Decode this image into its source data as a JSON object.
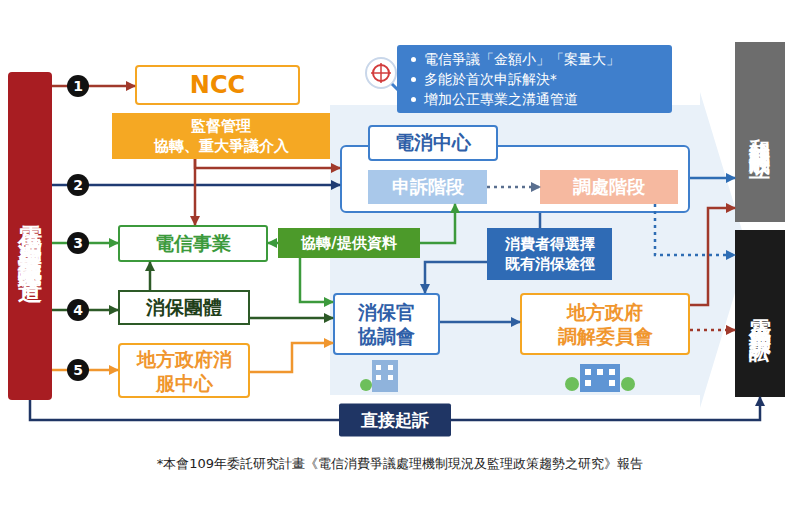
{
  "diagram": {
    "caption": "*本會109年委託研究計畫《電信消費爭議處理機制現況及監理政策趨勢之研究》報告",
    "nodes": [
      {
        "text": [
          "電信消費爭議處理管道"
        ]
      },
      {
        "text": [
          "NCC"
        ]
      },
      {
        "text": [
          "監督管理",
          "協轉、重大爭議介入"
        ]
      },
      {
        "text": [
          "電信爭議「金額小」「案量大」",
          "多能於首次申訴解決*",
          "增加公正專業之溝通管道"
        ]
      },
      {
        "text": [
          "電消中心"
        ]
      },
      {
        "text": [
          "申訴階段"
        ],
        "in": 4
      },
      {
        "text": [
          "調處階段"
        ],
        "in": 4
      },
      {
        "text": [
          "和解或調解成立"
        ]
      },
      {
        "text": [
          "電信事業"
        ]
      },
      {
        "text": [
          "協轉/提供資料"
        ]
      },
      {
        "text": [
          "消費者得選擇 既有消保途徑"
        ]
      },
      {
        "text": [
          "消保團體"
        ]
      },
      {
        "text": [
          "消保官 協調會"
        ]
      },
      {
        "text": [
          "地方政府 調解委員會"
        ]
      },
      {
        "text": [
          "地方政府消 服中心"
        ]
      },
      {
        "text": [
          "電信消費訴訟"
        ]
      }
    ],
    "edges": [
      {
        "from": 0,
        "to": 1,
        "label": "1",
        "arrow": "to"
      },
      {
        "from": 0,
        "to": 4,
        "label": "2",
        "arrow": "to"
      },
      {
        "from": 0,
        "to": 8,
        "label": "3",
        "arrow": "to"
      },
      {
        "from": 0,
        "to": 11,
        "label": "4",
        "arrow": "to"
      },
      {
        "from": 0,
        "to": 14,
        "label": "5",
        "arrow": "to"
      },
      {
        "from": 2,
        "to": 8,
        "arrow": "to"
      },
      {
        "from": 2,
        "to": 4,
        "arrow": "to"
      },
      {
        "from": 4,
        "to": 7,
        "arrow": "to"
      },
      {
        "from": 5,
        "to": 6,
        "arrow": "to"
      },
      {
        "from": 9,
        "to": 8,
        "arrow": "to"
      },
      {
        "from": 9,
        "to": 5,
        "arrow": "to"
      },
      {
        "from": 9,
        "to": 12,
        "arrow": "to"
      },
      {
        "from": 4,
        "to": 10,
        "arrow": "none"
      },
      {
        "from": 10,
        "to": 12,
        "arrow": "to"
      },
      {
        "from": 11,
        "to": 8,
        "arrow": "to"
      },
      {
        "from": 11,
        "to": 12,
        "arrow": "to"
      },
      {
        "from": 14,
        "to": 12,
        "arrow": "to"
      },
      {
        "from": 12,
        "to": 13,
        "arrow": "to"
      },
      {
        "from": 13,
        "to": 7,
        "arrow": "to"
      },
      {
        "from": 13,
        "to": 15,
        "arrow": "to"
      },
      {
        "from": 6,
        "to": 15,
        "arrow": "to"
      },
      {
        "from": 0,
        "to": 15,
        "label": "直接起訴",
        "arrow": "to"
      }
    ]
  }
}
